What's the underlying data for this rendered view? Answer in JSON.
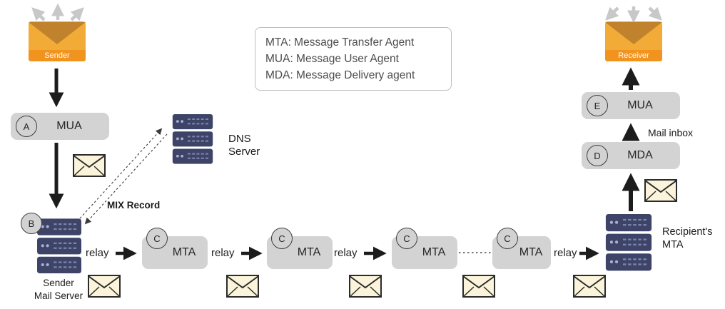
{
  "legend": {
    "lines": {
      "mta": "MTA: Message Transfer Agent",
      "mua": "MUA: Message User Agent",
      "mda": "MDA: Message Delivery agent"
    }
  },
  "endpoints": {
    "sender_label": "Sender",
    "receiver_label": "Receiver"
  },
  "badges": {
    "a": "A",
    "b": "B",
    "c": "C",
    "d": "D",
    "e": "E"
  },
  "boxes": {
    "mua_a": "MUA",
    "mta": "MTA",
    "mda": "MDA",
    "mua_e": "MUA"
  },
  "servers": {
    "dns": {
      "line1": "DNS",
      "line2": "Server"
    },
    "sender_mail": {
      "line1": "Sender",
      "line2": "Mail Server"
    },
    "recipient": {
      "line1": "Recipient's",
      "line2": "MTA"
    }
  },
  "labels": {
    "mix_record": "MIX Record",
    "relay": "relay",
    "mail_inbox": "Mail inbox"
  },
  "colors": {
    "box_gray": "#d3d3d3",
    "server_navy": "#3e4468",
    "envelope_cream": "#fbf4da",
    "envelope_orange": "#f3ab38",
    "band_orange": "#f0931f",
    "arrow_black": "#1c1c1c",
    "arrow_gray": "#c8c8c8"
  }
}
